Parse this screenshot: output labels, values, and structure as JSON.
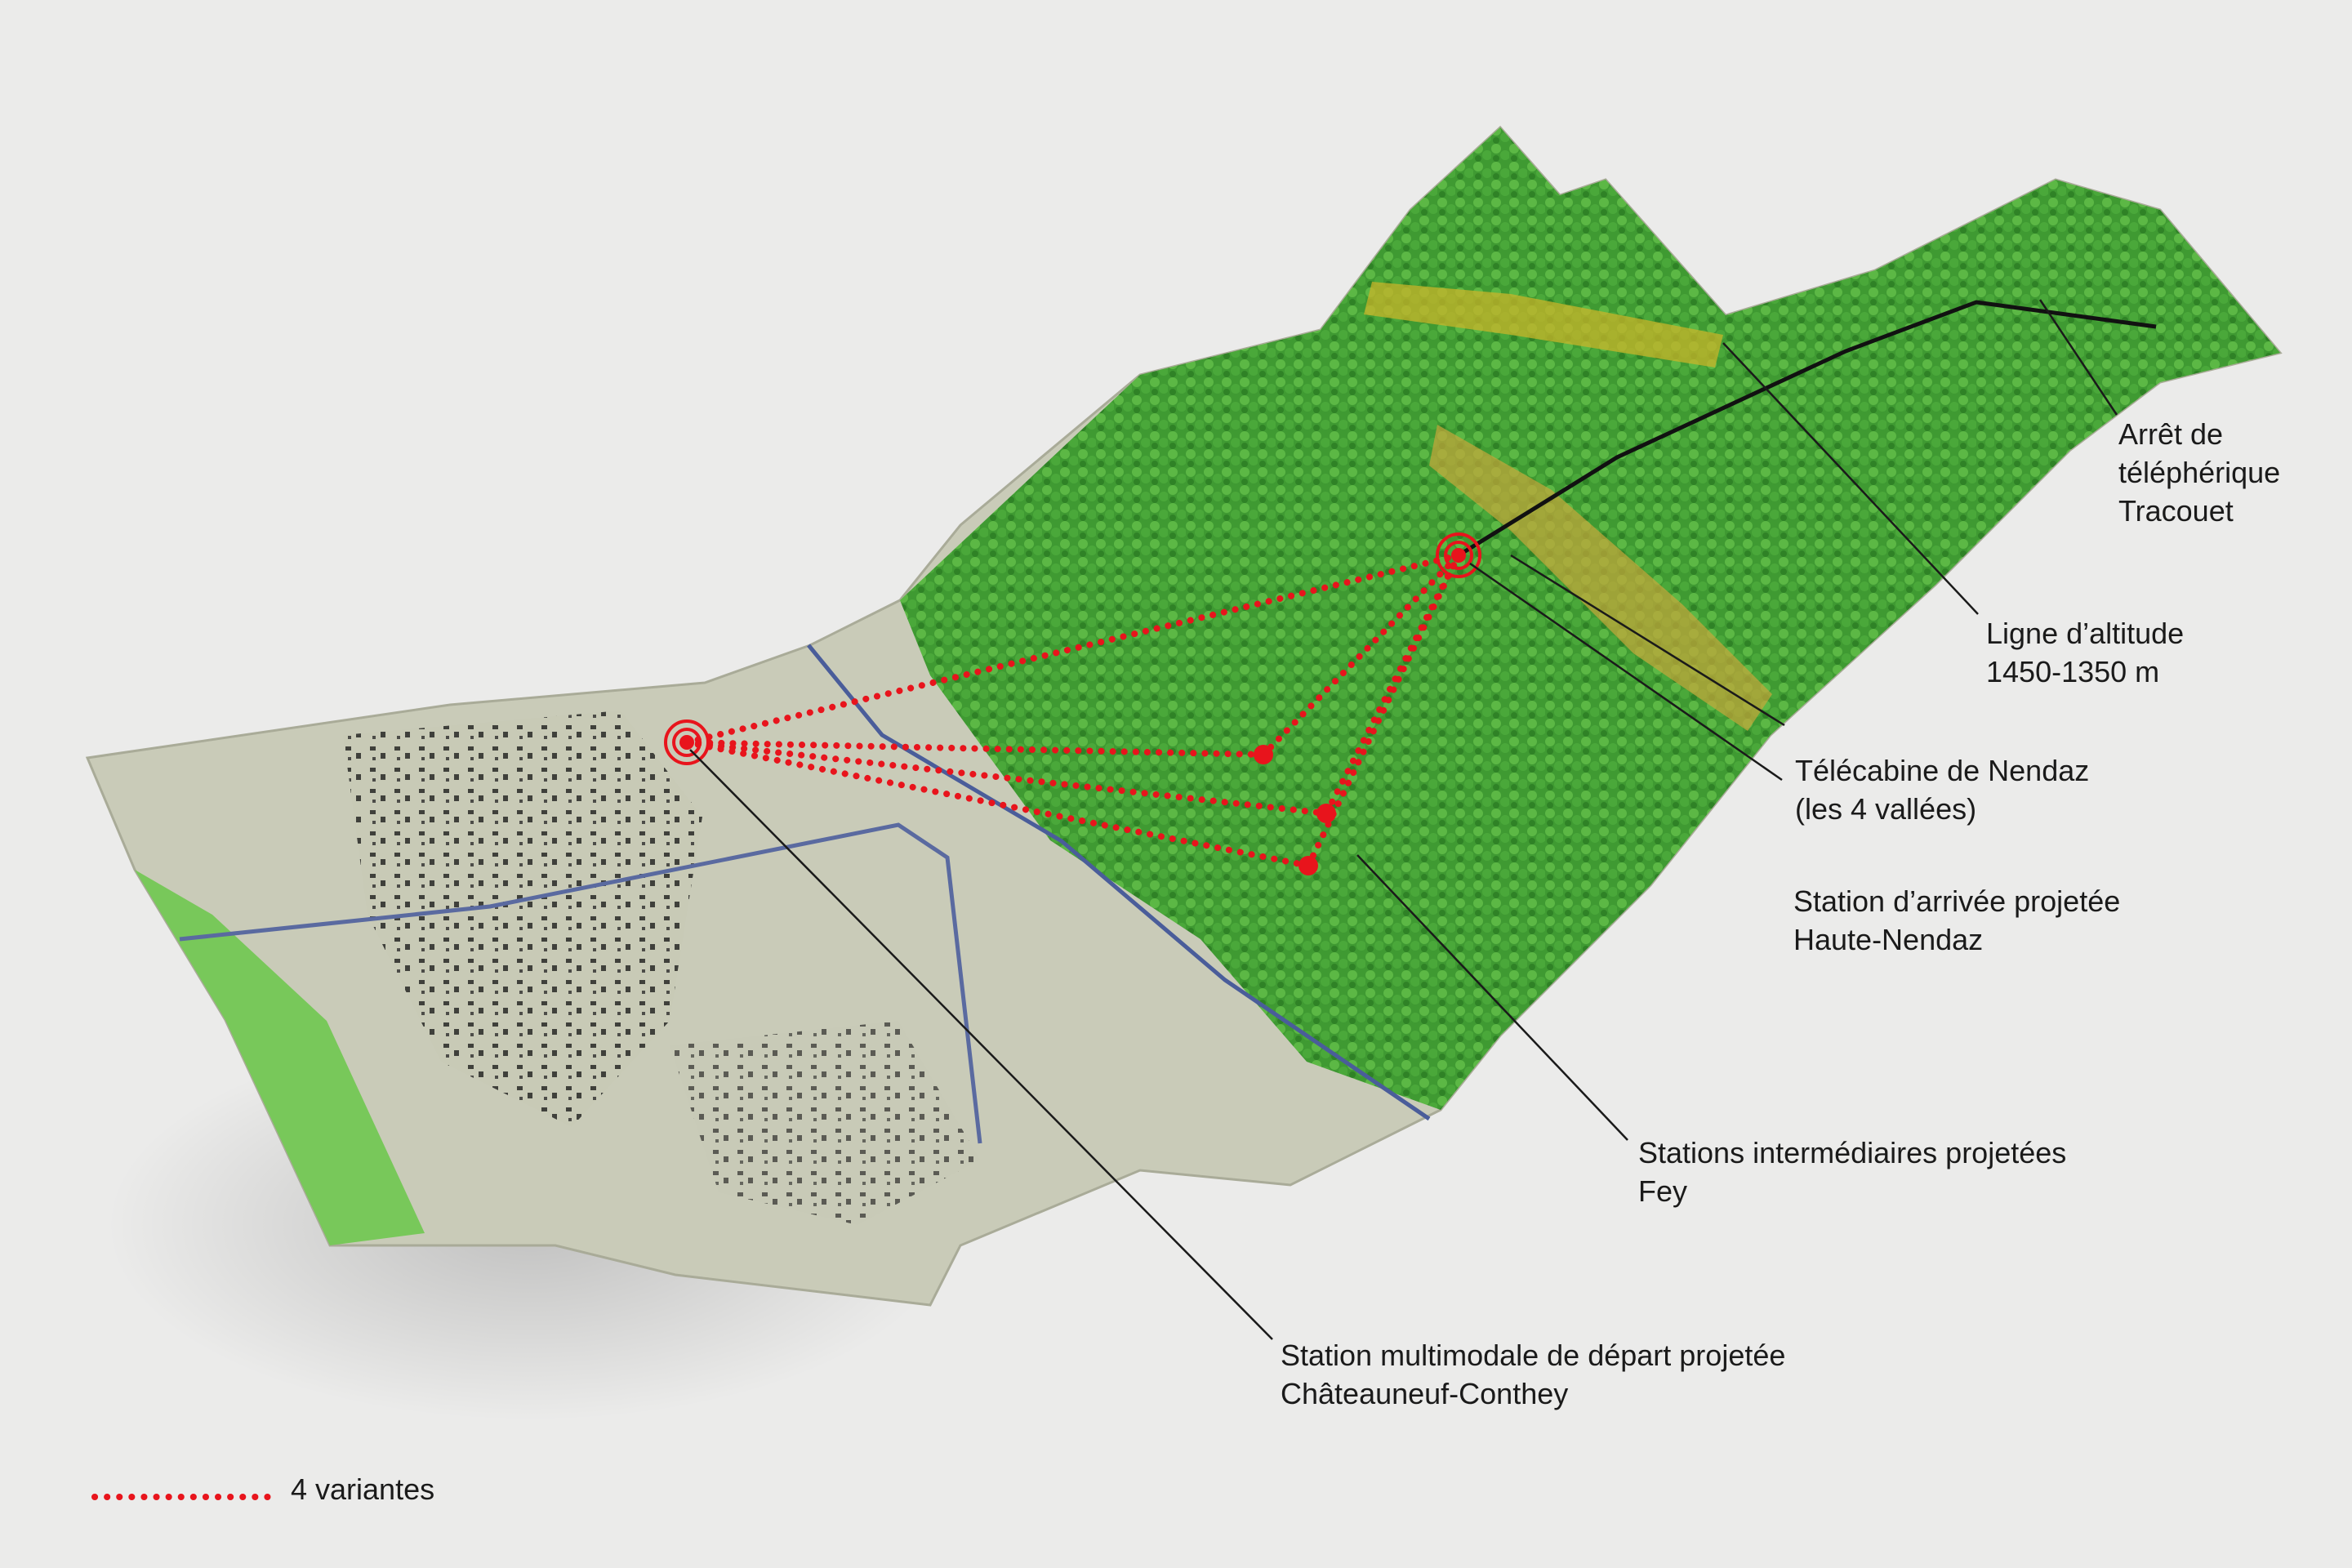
{
  "colors": {
    "background": "#ebebea",
    "terrain": "#c9cbb8",
    "forest": "#4da83c",
    "forest_light": "#7ccc5c",
    "altitude_band": "#c8b42a",
    "variant_line": "#e8141c",
    "water": "#4a5d9a",
    "buildings": "#111111",
    "leader_line": "#1a1a1a"
  },
  "labels": {
    "tracouet": {
      "line1": "Arrêt de",
      "line2": "téléphérique",
      "line3": "Tracouet"
    },
    "altitude": {
      "line1": "Ligne d’altitude",
      "line2": "1450-1350 m"
    },
    "telecabine": {
      "line1": "Télécabine de Nendaz",
      "line2": "(les 4 vallées)"
    },
    "arrivee": {
      "line1": "Station d’arrivée projetée",
      "line2": "Haute-Nendaz"
    },
    "intermediaires": {
      "line1": "Stations intermédiaires projetées",
      "line2": "Fey"
    },
    "depart": {
      "line1": "Station multimodale de départ projetée",
      "line2": "Châteauneuf-Conthey"
    }
  },
  "legend": {
    "label": "4 variantes",
    "icon": "red-dotted-line"
  },
  "markers": {
    "departure_station_icon": "target-circle",
    "arrival_station_icon": "target-circle",
    "intermediate_station_icon": "red-dot"
  }
}
